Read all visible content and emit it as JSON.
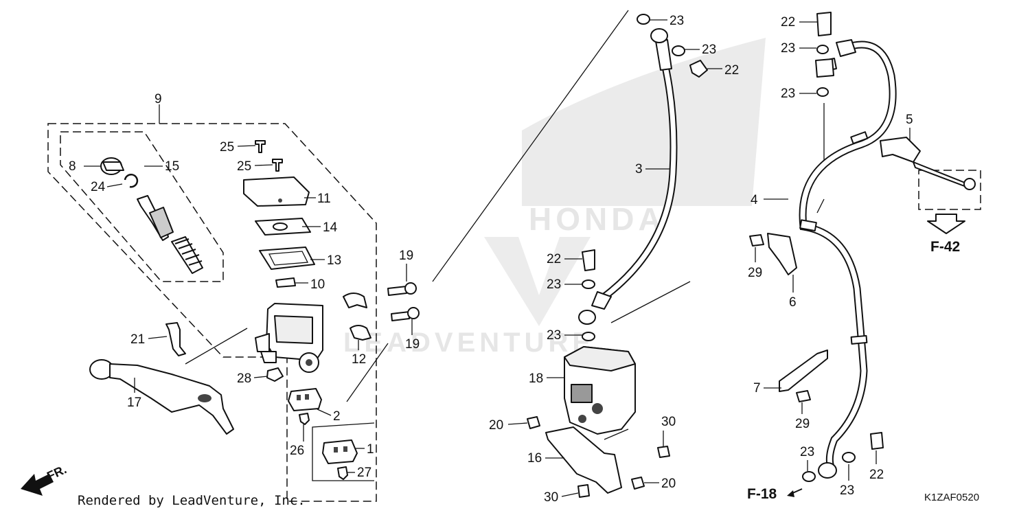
{
  "watermark": {
    "brand_text": "HONDA",
    "vendor_text": "LEADVENTURE"
  },
  "labels": {
    "p1": "1",
    "p2": "2",
    "p3": "3",
    "p4": "4",
    "p5": "5",
    "p6": "6",
    "p7": "7",
    "p8": "8",
    "p9": "9",
    "p10": "10",
    "p11": "11",
    "p12": "12",
    "p13": "13",
    "p14": "14",
    "p15": "15",
    "p16": "16",
    "p17": "17",
    "p18": "18",
    "p19a": "19",
    "p19b": "19",
    "p20a": "20",
    "p20b": "20",
    "p21": "21",
    "p22a": "22",
    "p22b": "22",
    "p22c": "22",
    "p22d": "22",
    "p23a": "23",
    "p23b": "23",
    "p23c": "23",
    "p23d": "23",
    "p23e": "23",
    "p23f": "23",
    "p23g": "23",
    "p23h": "23",
    "p24": "24",
    "p25a": "25",
    "p25b": "25",
    "p26": "26",
    "p27": "27",
    "p28": "28",
    "p29a": "29",
    "p29b": "29",
    "p30a": "30",
    "p30b": "30"
  },
  "refs": {
    "f42": "F-42",
    "f18": "F-18",
    "front": "FR."
  },
  "diagram_code": "K1ZAF0520",
  "footer": "Rendered by LeadVenture, Inc."
}
